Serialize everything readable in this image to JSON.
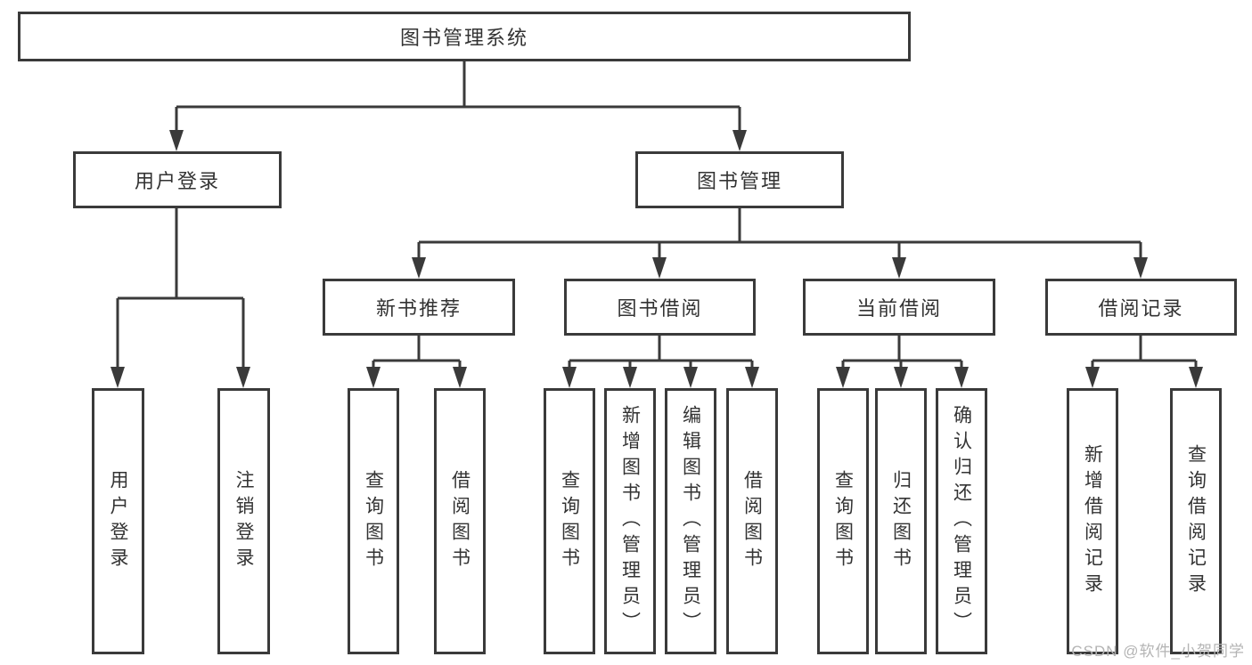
{
  "diagram": {
    "root": "图书管理系统",
    "level1": [
      {
        "label": "用户登录",
        "leaves": [
          "用户登录",
          "注销登录"
        ]
      },
      {
        "label": "图书管理"
      }
    ],
    "level2": [
      {
        "label": "新书推荐",
        "leaves": [
          "查询图书",
          "借阅图书"
        ]
      },
      {
        "label": "图书借阅",
        "leaves": [
          "查询图书",
          "新增图书（管理员）",
          "编辑图书（管理员）",
          "借阅图书"
        ]
      },
      {
        "label": "当前借阅",
        "leaves": [
          "查询图书",
          "归还图书",
          "确认归还（管理员）"
        ]
      },
      {
        "label": "借阅记录",
        "leaves": [
          "新增借阅记录",
          "查询借阅记录"
        ]
      }
    ]
  },
  "watermark": "CSDN @软件_小贺同学",
  "colors": {
    "line": "#3a3a3a",
    "box_border": "#3a3a3a",
    "text": "#333333",
    "watermark": "#b4b4b4",
    "background": "#ffffff"
  }
}
